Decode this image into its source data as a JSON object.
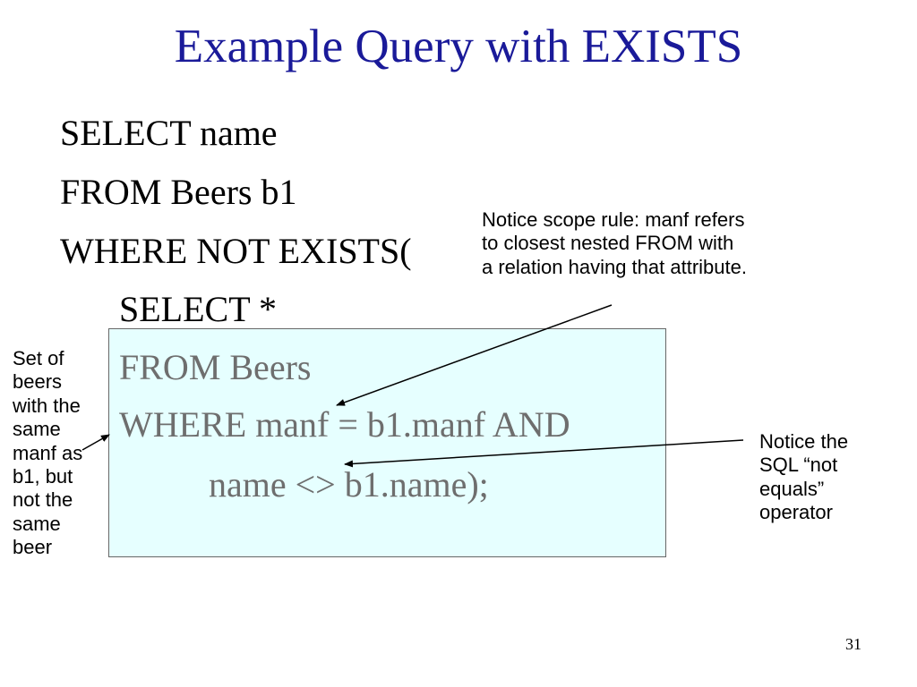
{
  "title": "Example Query with EXISTS",
  "query": {
    "line1": "SELECT name",
    "line2": "FROM Beers b1",
    "line3": "WHERE NOT EXISTS(",
    "line4": "SELECT *"
  },
  "subquery_box": {
    "line1": "FROM Beers",
    "line2": "WHERE manf = b1.manf AND",
    "line3": "name <> b1.name);"
  },
  "notes": {
    "scope_rule": [
      "Notice scope rule: manf refers",
      "to closest nested FROM with",
      "a relation having that attribute."
    ],
    "not_equals": [
      "Notice the",
      "SQL “not",
      "equals”",
      "operator"
    ],
    "set_of_beers": [
      "Set of",
      "beers",
      "with the",
      "same",
      "manf as",
      "b1, but",
      "not the",
      "same",
      "beer"
    ]
  },
  "page_number": "31",
  "colors": {
    "title": "#1a1a99",
    "box_fill": "#e6ffff",
    "box_text": "#6e6e6e"
  }
}
